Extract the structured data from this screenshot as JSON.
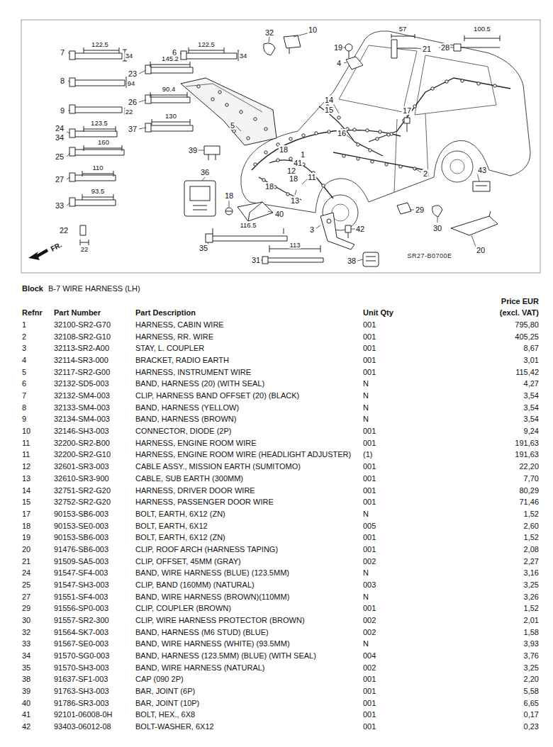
{
  "diagram": {
    "title": "B-7 WIRE HARNESS (LH)",
    "labels": [
      "7",
      "122.5",
      "34",
      "8",
      "94",
      "9",
      "22",
      "24",
      "34",
      "123.5",
      "25",
      "160",
      "27",
      "110",
      "33",
      "93.5",
      "22",
      "22",
      "6",
      "122.5",
      "34",
      "23",
      "145.2",
      "26",
      "90.4",
      "37",
      "130",
      "39",
      "5",
      "32",
      "10",
      "19",
      "4",
      "57",
      "21",
      "100.5",
      "28",
      "14",
      "15",
      "16",
      "17",
      "18",
      "1",
      "41",
      "12",
      "18",
      "18",
      "13",
      "11",
      "2",
      "43",
      "36",
      "18",
      "40",
      "116.5",
      "35",
      "113",
      "31",
      "3",
      "42",
      "38",
      "29",
      "30",
      "20",
      "SR27-B0700E",
      "FR.",
      "Block",
      "Price EUR",
      "Refnr",
      "Part Number",
      "Part Description",
      "Unit Qty",
      "(excl. VAT)",
      "1",
      "32100-SR2-G70",
      "HARNESS, CABIN WIRE",
      "001",
      "795,80",
      "2",
      "32108-SR2-G10",
      "HARNESS, RR. WIRE",
      "001",
      "405,25",
      "3",
      "32113-SR2-A00",
      "STAY, L. COUPLER",
      "001",
      "8,67",
      "4",
      "32114-SR3-000",
      "BRACKET, RADIO EARTH",
      "001",
      "3,01",
      "5",
      "32117-SR2-G00",
      "HARNESS, INSTRUMENT WIRE",
      "001",
      "115,42",
      "6",
      "32132-SD5-003",
      "BAND, HARNESS (20) (WITH SEAL)",
      "N",
      "4,27",
      "7",
      "32132-SM4-003",
      "CLIP, HARNESS BAND OFFSET (20) (BLACK)",
      "N",
      "3,54",
      "8",
      "32133-SM4-003",
      "BAND, HARNESS (YELLOW)",
      "N",
      "3,54",
      "9",
      "32134-SM4-003",
      "BAND, HARNESS (BROWN)",
      "N",
      "3,54",
      "10",
      "32146-SH3-003",
      "CONNECTOR, DIODE (2P)",
      "001",
      "9,24",
      "11",
      "32200-SR2-B00",
      "HARNESS, ENGINE ROOM WIRE",
      "001",
      "191,63",
      "11",
      "32200-SR2-G10",
      "HARNESS, ENGINE ROOM WIRE (HEADLIGHT ADJUSTER)",
      "(1)",
      "191,63",
      "12",
      "32601-SR3-003",
      "CABLE ASSY., MISSION EARTH (SUMITOMO)",
      "001",
      "22,20",
      "13",
      "32610-SR3-900",
      "CABLE, SUB EARTH (300MM)",
      "001",
      "7,70",
      "14",
      "32751-SR2-G20",
      "HARNESS, DRIVER DOOR WIRE",
      "001",
      "80,29",
      "15",
      "32752-SR2-G20",
      "HARNESS, PASSENGER DOOR WIRE",
      "001",
      "71,46",
      "17",
      "90153-SB6-003",
      "BOLT, EARTH, 6X12 (ZN)",
      "N",
      "1,52",
      "18",
      "90153-SE0-003",
      "BOLT, EARTH, 6X12",
      "005",
      "2,60",
      "19",
      "90153-SB6-003",
      "BOLT, EARTH, 6X12 (ZN)",
      "001",
      "1,52",
      "20",
      "91476-SB6-003",
      "CLIP, ROOF ARCH (HARNESS TAPING)",
      "001",
      "2,08",
      "21",
      "91509-SA5-003",
      "CLIP, OFFSET, 45MM (GRAY)",
      "002",
      "2,27",
      "24",
      "91547-SF4-003",
      "BAND, WIRE HARNESS (BLUE) (123.5MM)",
      "N",
      "3,16",
      "25",
      "91547-SH3-003",
      "CLIP, BAND (160MM) (NATURAL)",
      "003",
      "3,25",
      "27",
      "91551-SF4-003",
      "BAND, WIRE HARNESS (BROWN)(110MM)",
      "N",
      "3,26",
      "29",
      "91556-SP0-003",
      "CLIP, COUPLER (BROWN)",
      "001",
      "1,52",
      "30",
      "91557-SR2-300",
      "CLIP, WIRE HARNESS PROTECTOR (BROWN)",
      "002",
      "2,01",
      "32",
      "91564-SK7-003",
      "BAND, HARNESS (M6 STUD) (BLUE)",
      "002",
      "1,58",
      "33",
      "91567-SE0-003",
      "BAND, WIRE HARNESS (WHITE) (93.5MM)",
      "N",
      "3,93",
      "34",
      "91570-SG0-003",
      "BAND, HARNESS (123.5MM) (BLUE) (WITH SEAL)",
      "004",
      "3,76",
      "35",
      "91570-SH3-003",
      "BAND, WIRE HARNESS (NATURAL)",
      "002",
      "3,25",
      "38",
      "91637-SF1-003",
      "CAP (090 2P)",
      "001",
      "2,20",
      "39",
      "91763-SH3-003",
      "BAR, JOINT (6P)",
      "001",
      "5,58",
      "40",
      "91786-SR3-003",
      "BAR, JOINT (10P)",
      "001",
      "6,65",
      "41",
      "92101-06008-0H",
      "BOLT, HEX., 6X8",
      "001",
      "0,17",
      "42",
      "93403-06012-08",
      "BOLT-WASHER, 6X12",
      "001",
      "0,23"
    ]
  }
}
